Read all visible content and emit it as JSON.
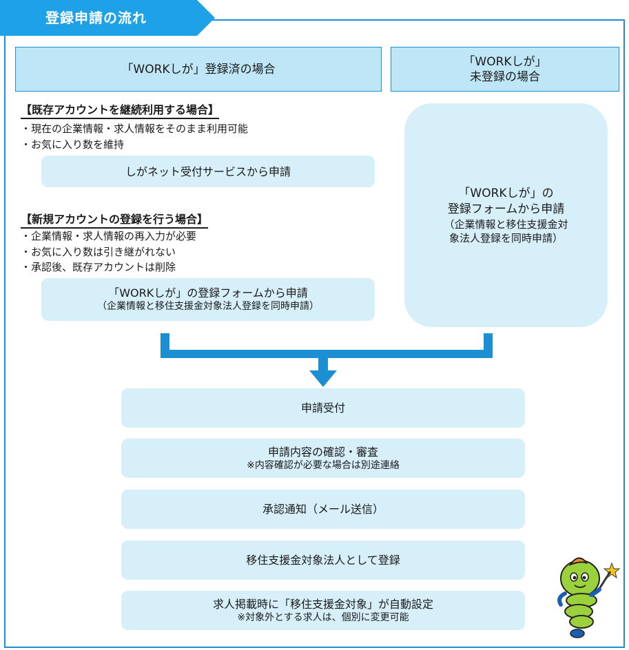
{
  "banner": {
    "title": "登録申請の流れ"
  },
  "columns": {
    "registered": {
      "header": "「WORKしが」登録済の場合"
    },
    "unregistered": {
      "header_line1": "「WORKしが」",
      "header_line2": "未登録の場合"
    }
  },
  "existing_account": {
    "title": "【既存アカウントを継続利用する場合】",
    "bullets": [
      "・現在の企業情報・求人情報をそのまま利用可能",
      "・お気に入り数を維持"
    ],
    "action": "しがネット受付サービスから申請"
  },
  "new_account": {
    "title": "【新規アカウントの登録を行う場合】",
    "bullets": [
      "・企業情報・求人情報の再入力が必要",
      "・お気に入り数は引き継がれない",
      "・承認後、既存アカウントは削除"
    ],
    "action_line1": "「WORKしが」の登録フォームから申請",
    "action_line2": "（企業情報と移住支援金対象法人登録を同時申請）"
  },
  "unregistered_box": {
    "line1": "「WORKしが」の",
    "line2": "登録フォームから申請",
    "line3": "（企業情報と移住支援金対",
    "line4": "象法人登録を同時申請）"
  },
  "steps": [
    {
      "title": "申請受付",
      "note": ""
    },
    {
      "title": "申請内容の確認・審査",
      "note": "※内容確認が必要な場合は別途連絡"
    },
    {
      "title": "承認通知（メール送信）",
      "note": ""
    },
    {
      "title": "移住支援金対象法人として登録",
      "note": ""
    },
    {
      "title": "求人掲載時に「移住支援金対象」が自動設定",
      "note": "※対象外とする求人は、個別に変更可能"
    }
  ],
  "colors": {
    "accent": "#1b8fd2",
    "header_fill": "#bfe6f7",
    "box_fill": "#d7eff9",
    "banner_fill": "#1ea1e6"
  }
}
